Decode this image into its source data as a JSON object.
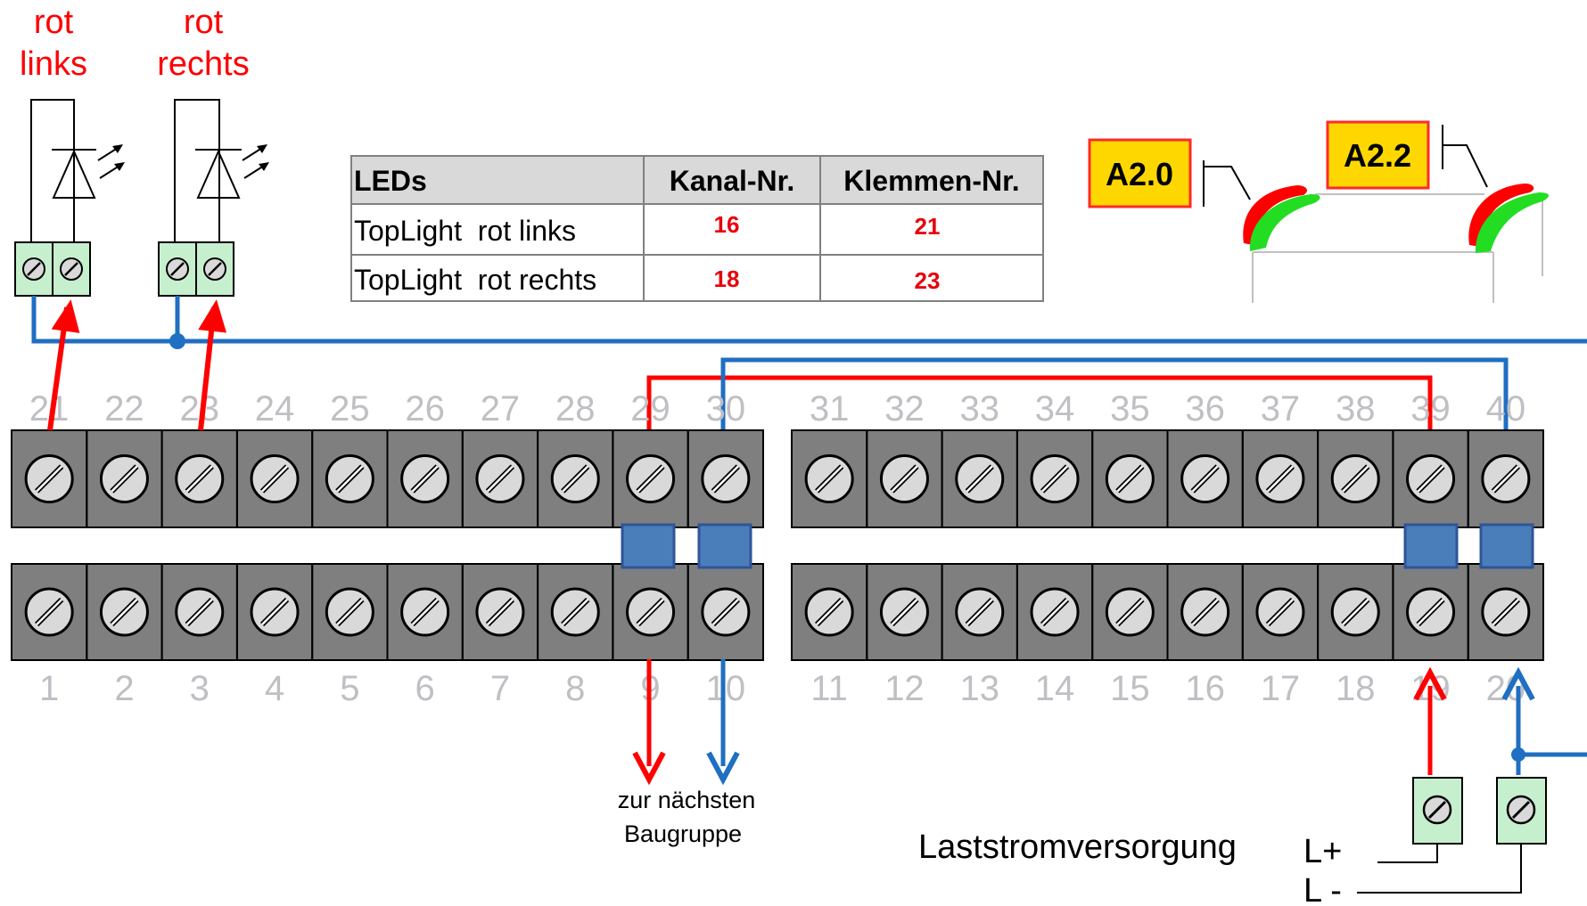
{
  "leds": {
    "left_label": [
      "rot",
      "links"
    ],
    "right_label": [
      "rot",
      "rechts"
    ]
  },
  "table": {
    "headers": [
      "LEDs",
      "Kanal-Nr.",
      "Klemmen-Nr."
    ],
    "rows": [
      [
        "TopLight  rot links",
        "16",
        "21"
      ],
      [
        "TopLight  rot rechts",
        "18",
        "23"
      ]
    ]
  },
  "addresses": {
    "left": "A2.0",
    "right": "A2.2"
  },
  "terminals": {
    "top_numbers": [
      "21",
      "22",
      "23",
      "24",
      "25",
      "26",
      "27",
      "28",
      "29",
      "30",
      "31",
      "32",
      "33",
      "34",
      "35",
      "36",
      "37",
      "38",
      "39",
      "40"
    ],
    "bottom_numbers": [
      "1",
      "2",
      "3",
      "4",
      "5",
      "6",
      "7",
      "8",
      "9",
      "10",
      "11",
      "12",
      "13",
      "14",
      "15",
      "16",
      "17",
      "18",
      "19",
      "20"
    ]
  },
  "next_module_note": [
    "zur nächsten",
    "Baugruppe"
  ],
  "power": {
    "label": "Laststromversorgung",
    "plus": "L+",
    "minus": "L -"
  },
  "colors": {
    "red_wire": "#ff0000",
    "blue_wire": "#1f6fc2",
    "terminal_block": "#7f7f7f",
    "bridge": "#4a7ebb",
    "small_terminal": "#c6efce",
    "address_box": "#ffd700",
    "number_gray": "#bfbfc4"
  }
}
